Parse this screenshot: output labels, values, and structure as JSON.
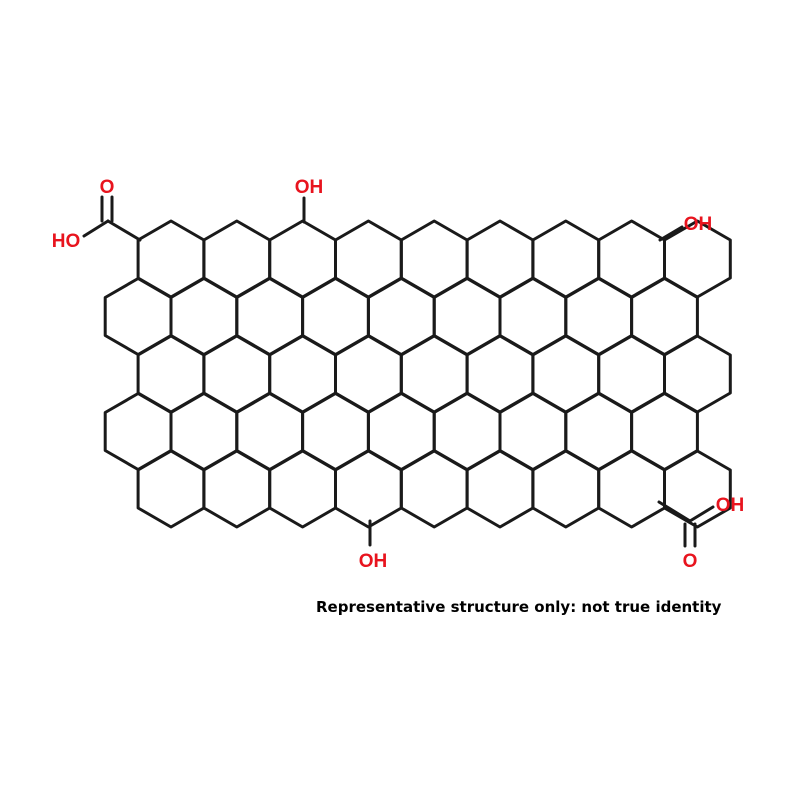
{
  "colors": {
    "bond": "#1a1a1a",
    "heteroatom": "#e8141e",
    "caption": "#000000"
  },
  "rings": {
    "columns": 9,
    "rows": 5
  },
  "labels": {
    "cooh_left_o": "O",
    "cooh_left_ho": "HO",
    "oh_top": "OH",
    "oh_right": "OH",
    "oh_bottom": "OH",
    "cooh_right_oh": "OH",
    "cooh_right_o": "O"
  },
  "caption": "Representative structure only: not true identity"
}
